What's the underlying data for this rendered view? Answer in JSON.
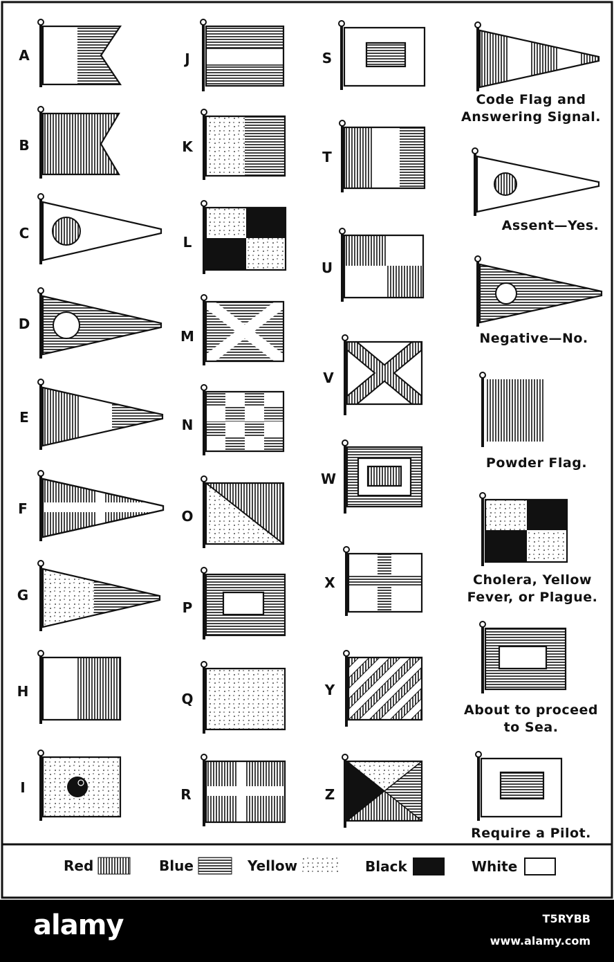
{
  "letters": [
    "A",
    "B",
    "C",
    "D",
    "E",
    "F",
    "G",
    "H",
    "I",
    "J",
    "K",
    "L",
    "M",
    "N",
    "O",
    "P",
    "Q",
    "R",
    "S",
    "T",
    "U",
    "V",
    "W",
    "X",
    "Y",
    "Z"
  ],
  "captions": {
    "code_flag": [
      "Code Flag and",
      "Answering Signal."
    ],
    "assent": [
      "Assent—Yes."
    ],
    "negative": [
      "Negative—No."
    ],
    "powder": [
      "Powder Flag."
    ],
    "cholera": [
      "Cholera, Yellow",
      "Fever, or Plague."
    ],
    "proceed": [
      "About to proceed",
      "to Sea."
    ],
    "pilot": [
      "Require a Pilot."
    ]
  },
  "legend": {
    "red": "Red",
    "blue": "Blue",
    "yellow": "Yellow",
    "black": "Black",
    "white": "White"
  },
  "footer": {
    "brand": "alamy",
    "image_id": "T5RYBB",
    "site": "www.alamy.com"
  },
  "colors": {
    "ink": "#111111",
    "paper": "#ffffff",
    "footer_bg": "#000000"
  }
}
